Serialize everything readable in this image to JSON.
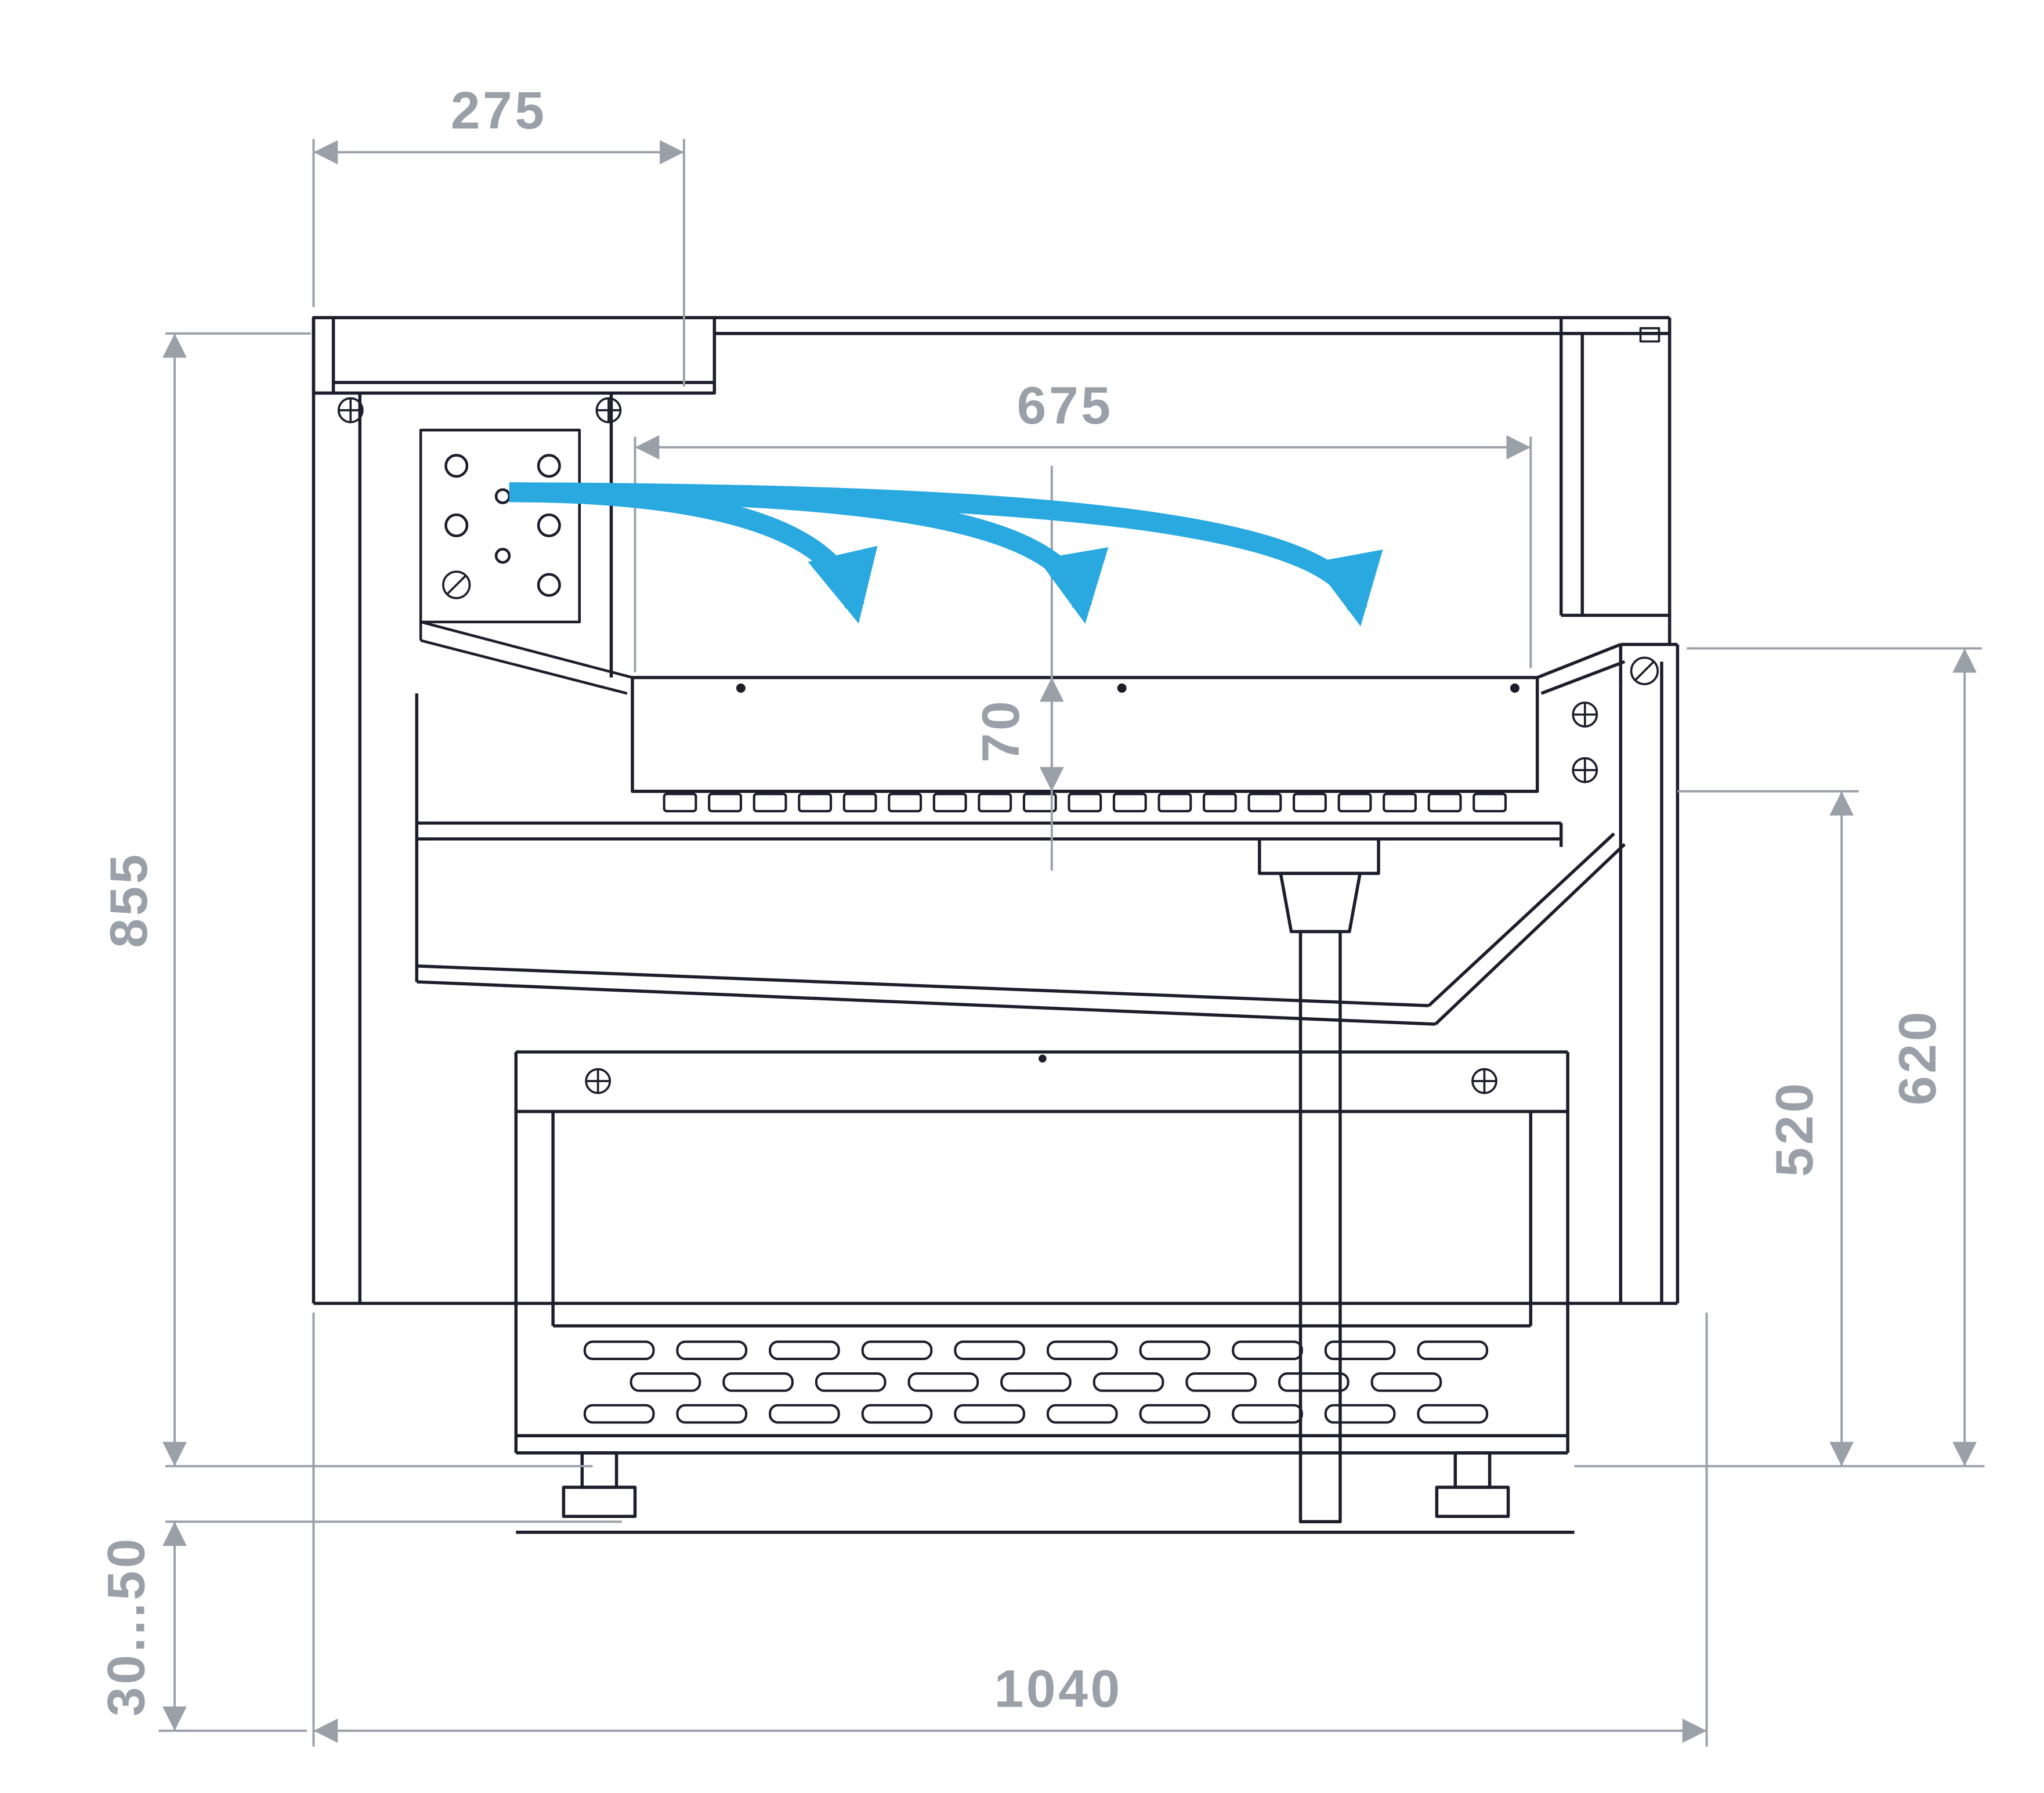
{
  "drawing": {
    "type": "cross-section technical drawing",
    "airflow_arrows": 3
  },
  "colors": {
    "outline": "#1d1d2b",
    "dimension": "#9aa0a8",
    "airflow": "#2aa9e1",
    "background": "#ffffff"
  },
  "annotations": {
    "canopy_depth": "275",
    "air_discharge_width": "675",
    "air_curtain_height": "70",
    "body_height": "855",
    "inner_height": "520",
    "front_height": "620",
    "foot_adjustment": "30...50",
    "base_depth": "1040"
  }
}
